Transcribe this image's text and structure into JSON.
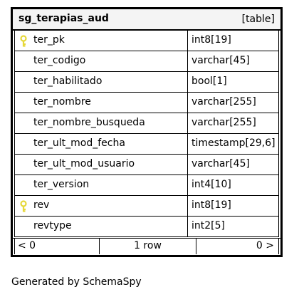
{
  "table": {
    "name": "sg_terapias_aud",
    "kind": "[table]",
    "columns": [
      {
        "name": "ter_pk",
        "type": "int8[19]",
        "key": true
      },
      {
        "name": "ter_codigo",
        "type": "varchar[45]",
        "key": false
      },
      {
        "name": "ter_habilitado",
        "type": "bool[1]",
        "key": false
      },
      {
        "name": "ter_nombre",
        "type": "varchar[255]",
        "key": false
      },
      {
        "name": "ter_nombre_busqueda",
        "type": "varchar[255]",
        "key": false
      },
      {
        "name": "ter_ult_mod_fecha",
        "type": "timestamp[29,6]",
        "key": false
      },
      {
        "name": "ter_ult_mod_usuario",
        "type": "varchar[45]",
        "key": false
      },
      {
        "name": "ter_version",
        "type": "int4[10]",
        "key": false
      },
      {
        "name": "rev",
        "type": "int8[19]",
        "key": true
      },
      {
        "name": "revtype",
        "type": "int2[5]",
        "key": false
      }
    ],
    "footer": {
      "left": "< 0",
      "middle": "1 row",
      "right": "0 >"
    }
  },
  "generated_by": "Generated by SchemaSpy",
  "colors": {
    "header_bg": "#f4f4f4",
    "key_icon": "#e6d83a",
    "border": "#000000"
  },
  "icons": {
    "key": "key-icon"
  }
}
